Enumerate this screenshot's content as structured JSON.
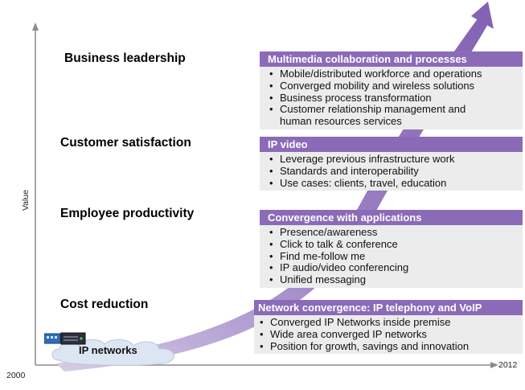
{
  "axes": {
    "y_label": "Value",
    "x_start": "2000",
    "x_end": "2012"
  },
  "origin": {
    "label": "IP networks",
    "icon": "network-device-icon"
  },
  "stages": [
    {
      "name": "Business leadership",
      "header": "Multimedia collaboration and processes",
      "items": [
        "Mobile/distributed workforce and operations",
        "Converged mobility and wireless solutions",
        "Business process transformation",
        "Customer relationship management and",
        "human resources services"
      ]
    },
    {
      "name": "Customer satisfaction",
      "header": "IP video",
      "items": [
        "Leverage previous infrastructure work",
        "Standards and interoperability",
        "Use cases: clients, travel, education"
      ]
    },
    {
      "name": "Employee productivity",
      "header": "Convergence with applications",
      "items": [
        "Presence/awareness",
        "Click to talk & conference",
        "Find me-follow me",
        "IP audio/video conferencing",
        "Unified messaging"
      ]
    },
    {
      "name": "Cost reduction",
      "header": "Network convergence: IP telephony and VoIP",
      "items": [
        "Converged IP Networks inside premise",
        "Wide area converged IP networks",
        "Position for growth, savings and innovation"
      ]
    }
  ],
  "colors": {
    "arrow": "#8b6bb8",
    "header_bg": "#8b6bb8",
    "box_bg": "#ececec",
    "axis": "#8c8c8c",
    "cloud": "#dce6f2"
  }
}
